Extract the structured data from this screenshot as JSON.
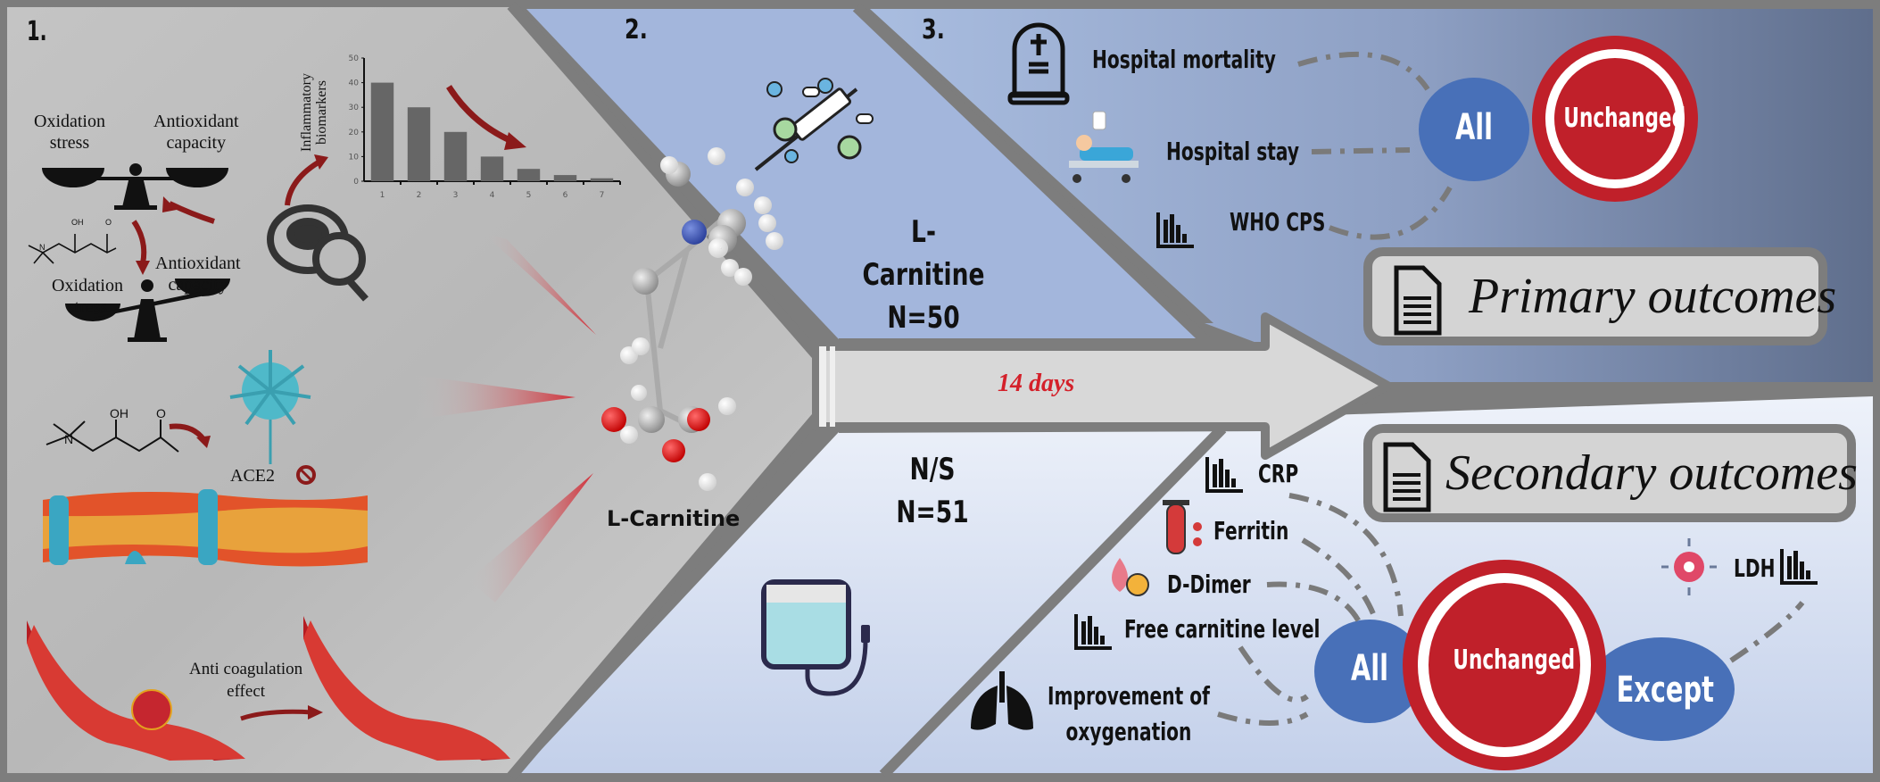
{
  "panels": {
    "panel1": {
      "number": "1."
    },
    "panel2": {
      "number": "2."
    },
    "panel3": {
      "number": "3."
    }
  },
  "mechanisms": {
    "balance_before": {
      "left": "Oxidation\nstress",
      "right": "Antioxidant\ncapacity"
    },
    "balance_after": {
      "left": "Oxidation\nstress",
      "right": "Antioxidant\ncapacity"
    },
    "ace2_label": "ACE2",
    "coagulation_label": "Anti coagulation\neffect",
    "molecule_label": "L-Carnitine",
    "chemical_oh": "OH",
    "chemical_o": "O",
    "chemical_n": "N"
  },
  "chart_data": {
    "type": "bar",
    "title": "",
    "ylabel": "Inflammatory biomarkers",
    "xlabel": "",
    "categories": [
      "1",
      "2",
      "3",
      "4",
      "5",
      "6",
      "7"
    ],
    "values": [
      40,
      30,
      20,
      10,
      5,
      2.5,
      1.2
    ],
    "ylim": [
      0,
      50
    ],
    "yticks": [
      "0",
      "10",
      "20",
      "30",
      "40",
      "50"
    ],
    "grid": false,
    "bar_color": "#666666",
    "trend_arrow": "decreasing"
  },
  "groups": {
    "treatment": {
      "name": "L-Carnitine",
      "n": "N=50"
    },
    "control": {
      "name": "N/S",
      "n": "N=51"
    }
  },
  "duration": "14 days",
  "primary": {
    "title": "Primary outcomes",
    "items": [
      "Hospital mortality",
      "Hospital stay",
      "WHO CPS"
    ],
    "all_label": "All",
    "result_label": "Unchanged"
  },
  "secondary": {
    "title": "Secondary outcomes",
    "items": [
      "CRP",
      "Ferritin",
      "D-Dimer",
      "Free carnitine level",
      "Improvement of\noxygenation"
    ],
    "exception_item": "LDH",
    "all_label": "All",
    "result_label": "Unchanged",
    "except_label": "Except"
  },
  "colors": {
    "red": "#c0202a",
    "blue": "#4870b8",
    "frame_gray": "#7d7d7d",
    "days_red": "#d4202a"
  }
}
